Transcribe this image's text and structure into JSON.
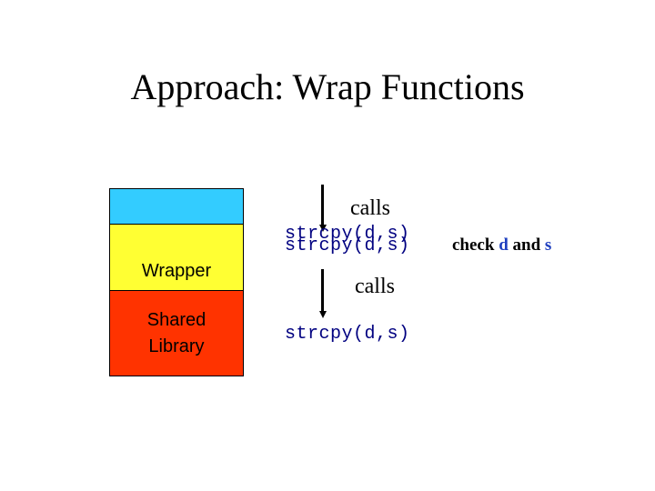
{
  "title": "Approach: Wrap Functions",
  "colors": {
    "app_box": "#33ccff",
    "wrapper_box": "#ffff33",
    "library_box": "#ff3300",
    "code": "#000080",
    "variable": "#1f3fbf"
  },
  "stack": {
    "wrapper_label": "Wrapper",
    "library_label_line1": "Shared",
    "library_label_line2": "Library"
  },
  "flow": {
    "calls_top": "calls",
    "call_wrapper_a": "strcpy(d,s)",
    "call_wrapper_b": "strcpy(d,s)",
    "calls_bottom": "calls",
    "call_library": "strcpy(d,s)"
  },
  "check": {
    "prefix": "check",
    "var_d": "d",
    "conj": "and",
    "var_s": "s"
  }
}
